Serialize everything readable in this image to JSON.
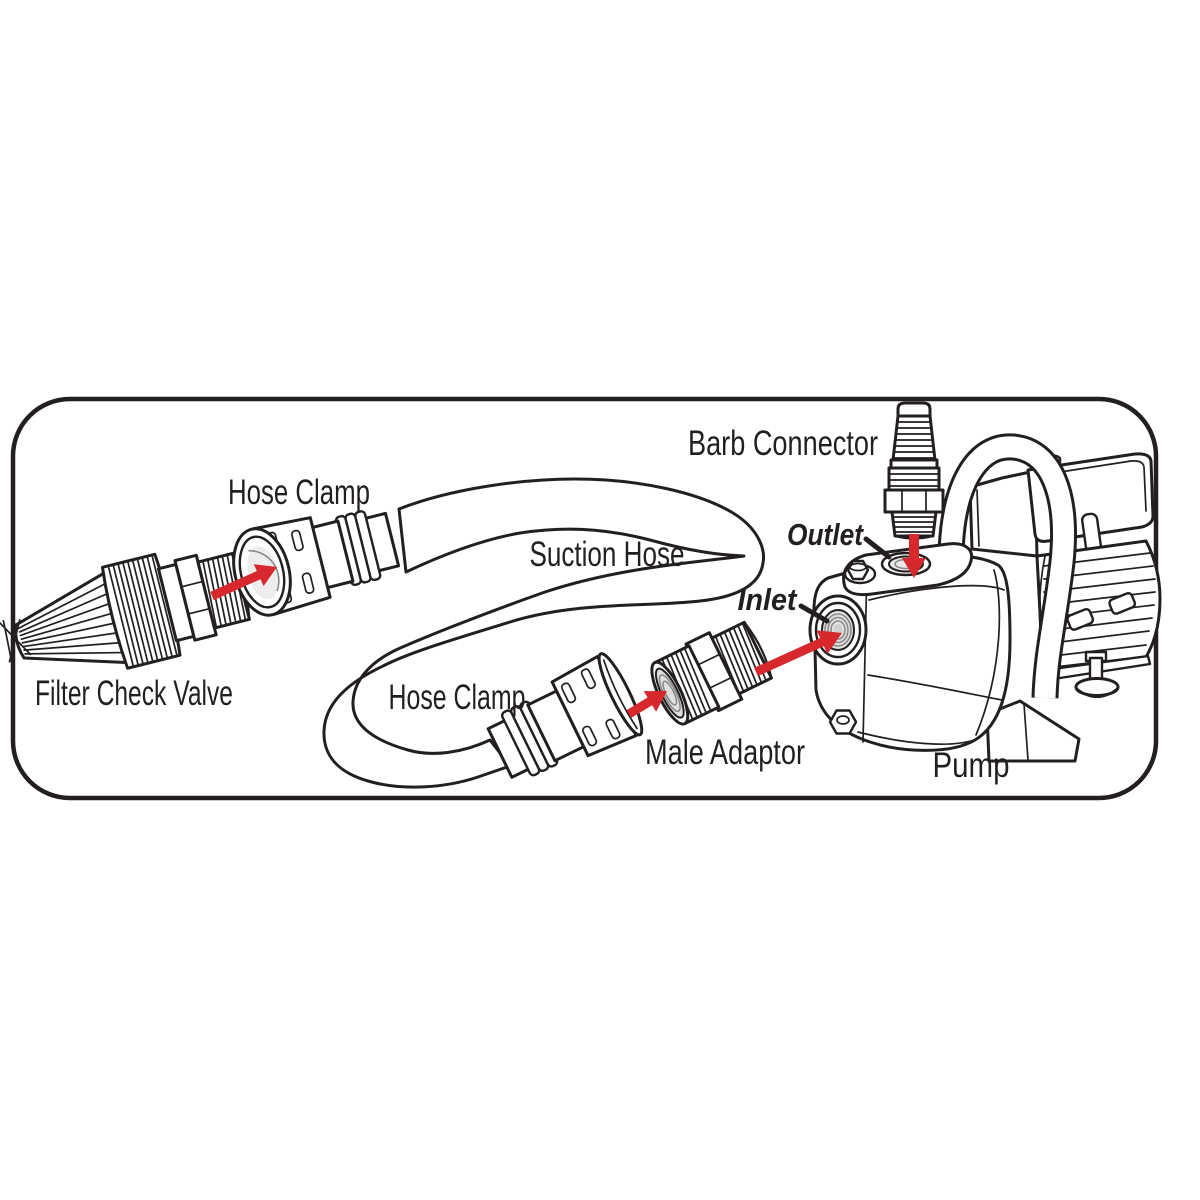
{
  "diagram": {
    "labels": {
      "hose_clamp_top": "Hose Clamp",
      "suction_hose": "Suction Hose",
      "filter_check_valve": "Filter Check Valve",
      "hose_clamp_bottom": "Hose Clamp",
      "male_adaptor": "Male Adaptor",
      "barb_connector": "Barb Connector",
      "outlet": "Outlet",
      "inlet": "Inlet",
      "pump": "Pump"
    },
    "icons": {
      "arrow_filter_to_clamp": "red-arrow-right-up",
      "arrow_clamp_to_adaptor": "red-arrow-right-up",
      "arrow_adaptor_to_inlet": "red-arrow-right-up",
      "arrow_barb_to_outlet": "red-arrow-down"
    },
    "colors": {
      "line": "#231f20",
      "arrow": "#d7282d",
      "background": "#ffffff",
      "shading": "#e6e6e6"
    }
  }
}
